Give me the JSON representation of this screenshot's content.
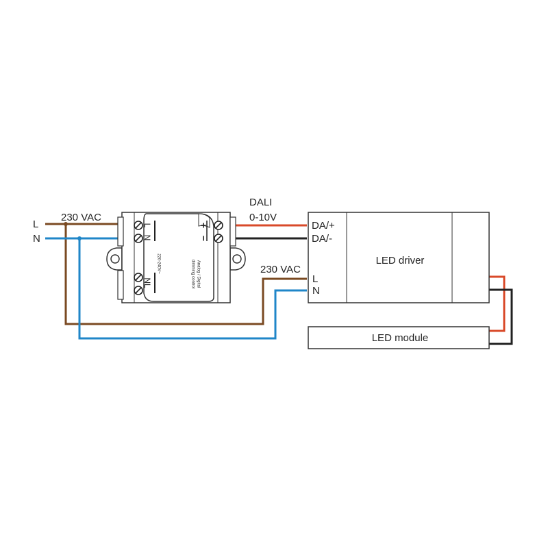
{
  "mains": {
    "l_label": "L",
    "n_label": "N",
    "voltage_label": "230 VAC"
  },
  "controller": {
    "terminal_l": "L",
    "terminal_n": "N",
    "terminal_nl": "NL",
    "terminal_plus": "+",
    "terminal_minus": "−",
    "rating": "220-240V~",
    "description_line1": "Analog / Digital",
    "description_line2": "dimming control"
  },
  "control_bus": {
    "line1": "DALI",
    "line2": "0-10V"
  },
  "driver": {
    "title": "LED driver",
    "input_da_plus": "DA/+",
    "input_da_minus": "DA/-",
    "supply_label": "230 VAC",
    "input_l": "L",
    "input_n": "N"
  },
  "module": {
    "title": "LED module"
  },
  "colors": {
    "live": "#7a4a22",
    "neutral": "#1f86c8",
    "positive": "#d94a2a",
    "negative": "#222222",
    "outline": "#333333"
  }
}
